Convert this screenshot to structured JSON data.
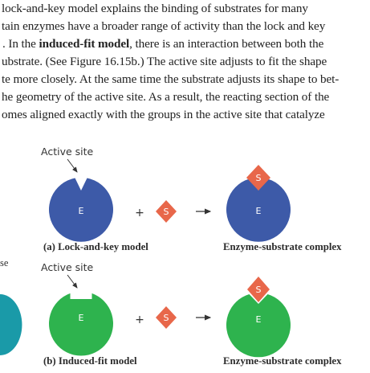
{
  "paragraph": {
    "line1": "lock-and-key model explains the binding of substrates for many",
    "line2": "tain enzymes have a broader range of activity than the lock and key",
    "line3_pre": ". In the ",
    "line3_bold": "induced-fit model",
    "line3_post": ", there is an interaction between both the",
    "line4": "ubstrate. (See Figure 16.15b.) The active site adjusts to fit the shape",
    "line5": "te more closely. At the same time the substrate adjusts its shape to bet-",
    "line6": "he geometry of the active site. As a result, the reacting section of the",
    "line7": "omes aligned exactly with the groups in the active site that catalyze"
  },
  "figure": {
    "panel_a": {
      "active_site_label": "Active site",
      "enzyme_letter": "E",
      "substrate_letter": "S",
      "plus": "+",
      "caption": "(a) Lock-and-key model",
      "product_caption": "Enzyme-substrate complex"
    },
    "panel_b": {
      "active_site_label": "Active site",
      "enzyme_letter": "E",
      "substrate_letter": "S",
      "plus": "+",
      "caption": "(b) Induced-fit model",
      "product_caption": "Enzyme-substrate complex"
    },
    "margin_fragment": "se"
  },
  "colors": {
    "enzyme_lock": "#3d5aa8",
    "enzyme_induced": "#2eb34e",
    "substrate": "#e8674a",
    "arrow": "#333333",
    "teal_fragment": "#1a9aa8"
  }
}
